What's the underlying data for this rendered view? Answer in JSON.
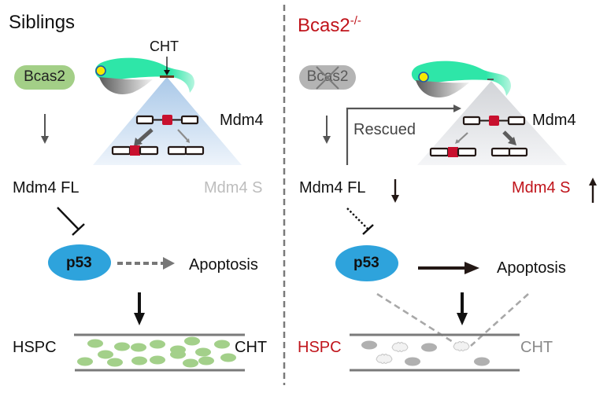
{
  "colors": {
    "red": "#c0141b",
    "p53_blue": "#2ea3dc",
    "bcas2_green": "#a3cf87",
    "bcas2_gray": "#b4b4b4",
    "fish_green": "#2ee6a8",
    "hspc_green": "#a3d08a",
    "hspc_gray": "#b0b0b0",
    "exon_red": "#c8102e",
    "divider_gray": "#7a7a7a"
  },
  "left_panel": {
    "title": "Siblings",
    "bcas2_label": "Bcas2",
    "cht_pointer_label": "CHT",
    "mdm4_gene_label": "Mdm4",
    "mdm4_fl_label": "Mdm4 FL",
    "mdm4_s_label": "Mdm4 S",
    "p53_label": "p53",
    "apoptosis_label": "Apoptosis",
    "hspc_label": "HSPC",
    "cht_label": "CHT",
    "apoptosis_arrow_style": "dashed",
    "hspc_state": "abundant"
  },
  "right_panel": {
    "title_main": "Bcas2",
    "title_sup": "-/-",
    "bcas2_label": "Bcas2",
    "bcas2_state": "knocked-out",
    "rescued_label": "Rescued",
    "mdm4_gene_label": "Mdm4",
    "mdm4_fl_label": "Mdm4 FL",
    "mdm4_fl_change": "decreased",
    "mdm4_s_label": "Mdm4 S",
    "mdm4_s_change": "increased",
    "p53_label": "p53",
    "p53_inhibition_style": "dotted",
    "apoptosis_label": "Apoptosis",
    "apoptosis_arrow_style": "solid",
    "hspc_label": "HSPC",
    "cht_label": "CHT",
    "hspc_state": "depleted"
  }
}
